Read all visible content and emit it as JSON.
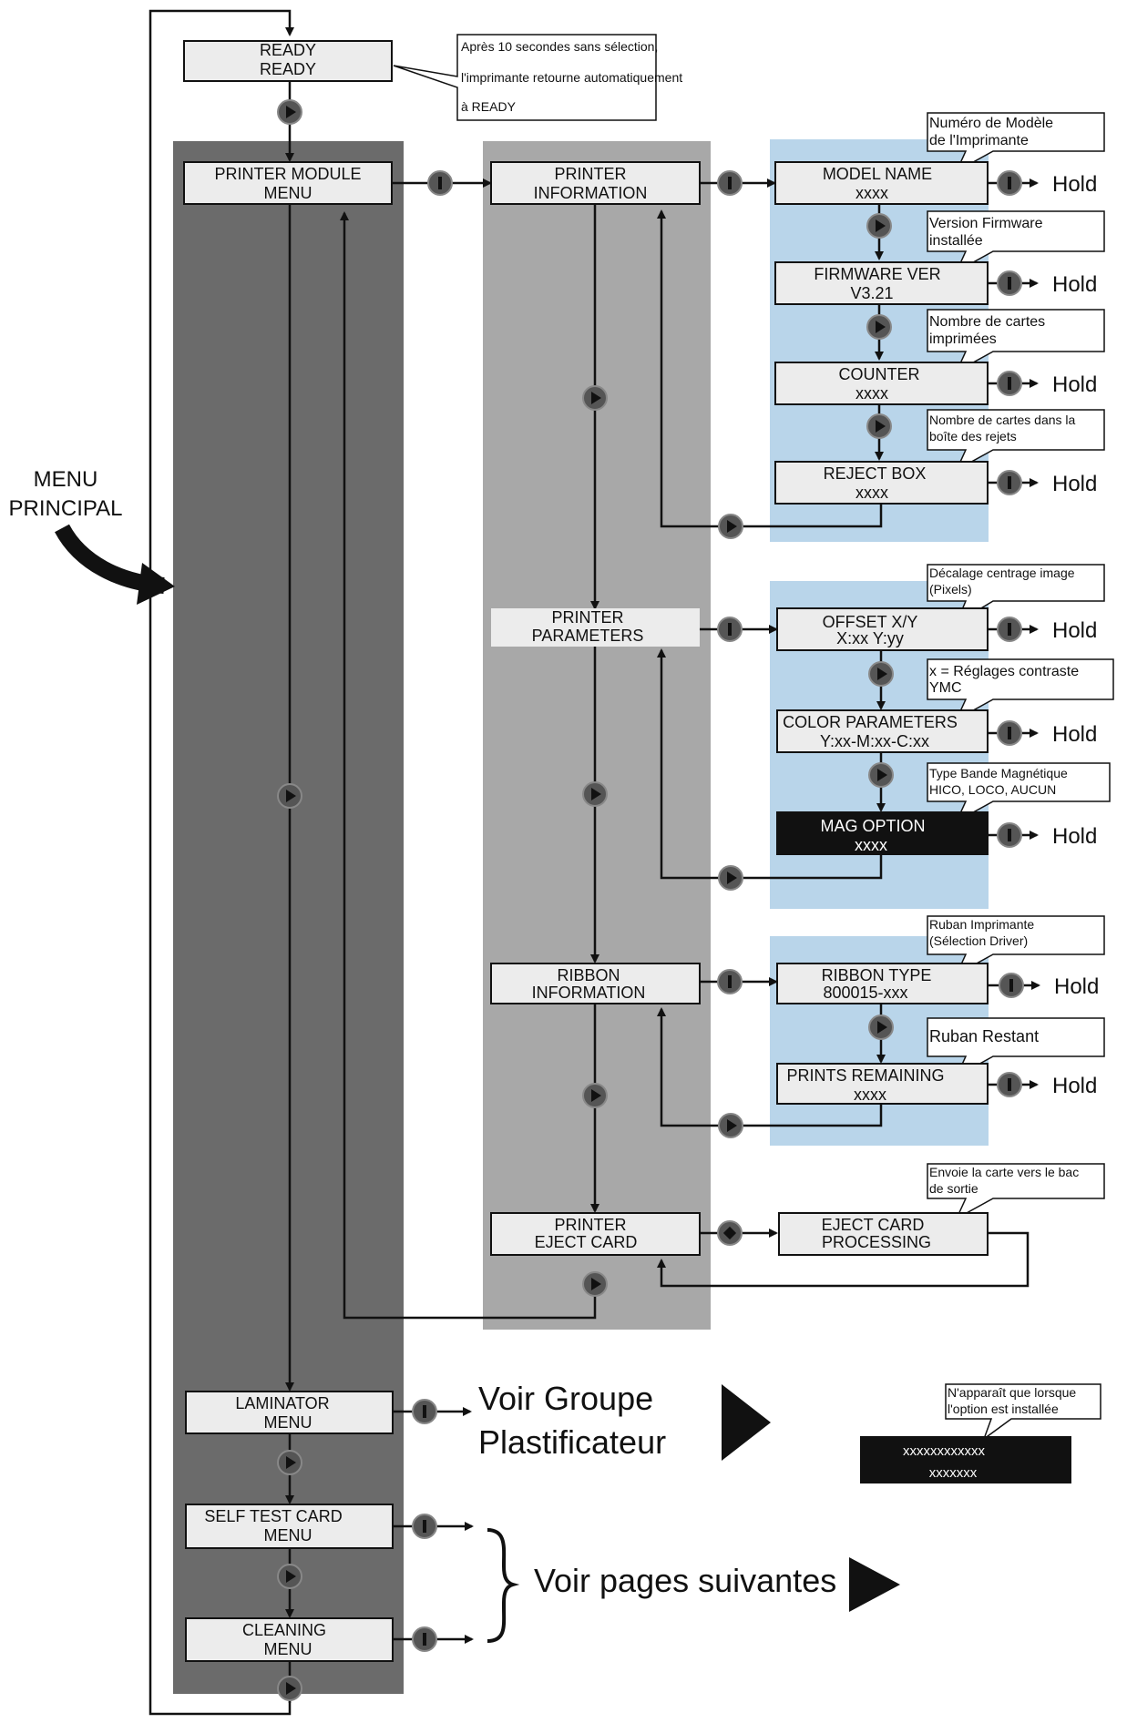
{
  "boxes": {
    "ready": {
      "line1": "READY",
      "line2": "READY"
    },
    "printer_module": {
      "line1": "PRINTER MODULE",
      "line2": "MENU"
    },
    "printer_information": {
      "line1": "PRINTER",
      "line2": "INFORMATION"
    },
    "model_name": {
      "line1": "MODEL NAME",
      "line2": "xxxx"
    },
    "firmware_ver": {
      "line1": "FIRMWARE VER",
      "line2": "V3.21"
    },
    "counter": {
      "line1": "COUNTER",
      "line2": "xxxx"
    },
    "reject_box": {
      "line1": "REJECT BOX",
      "line2": "xxxx"
    },
    "printer_parameters": {
      "line1": "PRINTER",
      "line2": "PARAMETERS"
    },
    "offset": {
      "line1": "OFFSET X/Y",
      "line2": "X:xx  Y:yy"
    },
    "color_parameters": {
      "line1": "COLOR PARAMETERS",
      "line2": "Y:xx-M:xx-C:xx"
    },
    "mag_option": {
      "line1": "MAG OPTION",
      "line2": "xxxx"
    },
    "ribbon_information": {
      "line1": "RIBBON",
      "line2": "INFORMATION"
    },
    "ribbon_type": {
      "line1": "RIBBON TYPE",
      "line2": "800015-xxx"
    },
    "prints_remaining": {
      "line1": "PRINTS REMAINING",
      "line2": "xxxx"
    },
    "printer_eject_card": {
      "line1": "PRINTER",
      "line2": "EJECT CARD"
    },
    "eject_card_processing": {
      "line1": "EJECT CARD",
      "line2": "PROCESSING"
    },
    "laminator": {
      "line1": "LAMINATOR",
      "line2": "MENU"
    },
    "self_test": {
      "line1": "SELF TEST CARD",
      "line2": "MENU"
    },
    "cleaning": {
      "line1": "CLEANING",
      "line2": "MENU"
    },
    "option_display": {
      "line1": "xxxxxxxxxxxx",
      "line2": "xxxxxxx"
    }
  },
  "hold_label": "Hold",
  "callouts": {
    "ready": [
      "Après 10 secondes sans sélection,",
      "l'imprimante retourne automatiquement",
      "à READY"
    ],
    "model": [
      "Numéro de Modèle",
      "de l'Imprimante"
    ],
    "firmware": [
      "Version Firmware",
      "installée"
    ],
    "counter": [
      "Nombre de cartes",
      "imprimées"
    ],
    "reject": [
      "Nombre de cartes dans la",
      "boîte des rejets"
    ],
    "offset": [
      "Décalage centrage image",
      "(Pixels)"
    ],
    "color": [
      "x = Réglages contraste",
      "YMC"
    ],
    "mag": [
      "Type Bande Magnétique",
      "HICO, LOCO, AUCUN"
    ],
    "ribbon_type": [
      "Ruban Imprimante",
      "(Sélection Driver)"
    ],
    "ribbon_remaining": [
      "Ruban Restant"
    ],
    "eject": [
      "Envoie la carte vers le bac",
      "de sortie"
    ],
    "option": [
      "N'apparaît que lorsque",
      "l'option est installée"
    ]
  },
  "labels": {
    "menu_principal_1": "MENU",
    "menu_principal_2": "PRINCIPAL",
    "voir_groupe_1": "Voir Groupe",
    "voir_groupe_2": "Plastificateur",
    "voir_pages": "Voir pages suivantes"
  },
  "colors": {
    "main_panel": "#6b6b6b",
    "sub_panel": "#a8a8a8",
    "detail_panel": "#b9d5ea",
    "box_fill": "#ececec"
  }
}
